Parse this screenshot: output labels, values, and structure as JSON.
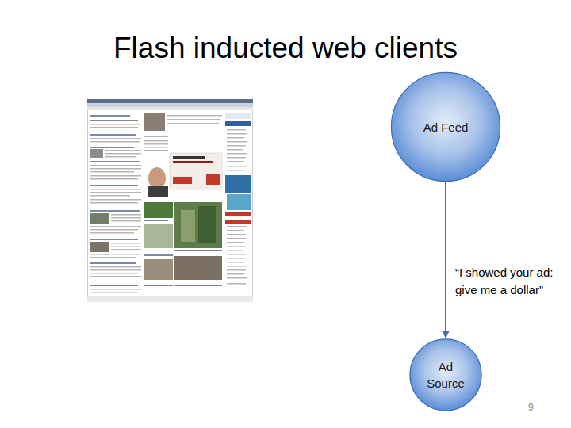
{
  "diagram": {
    "title": "Flash inducted web clients",
    "nodes": [
      {
        "text": [
          "Ad Feed"
        ]
      },
      {
        "text": [
          "Ad Source"
        ]
      }
    ],
    "edges": [
      {
        "from": 0,
        "to": 1,
        "arrow": "to",
        "label": "“I showed your ad: give me a dollar”"
      }
    ],
    "labels": [
      "9"
    ]
  }
}
